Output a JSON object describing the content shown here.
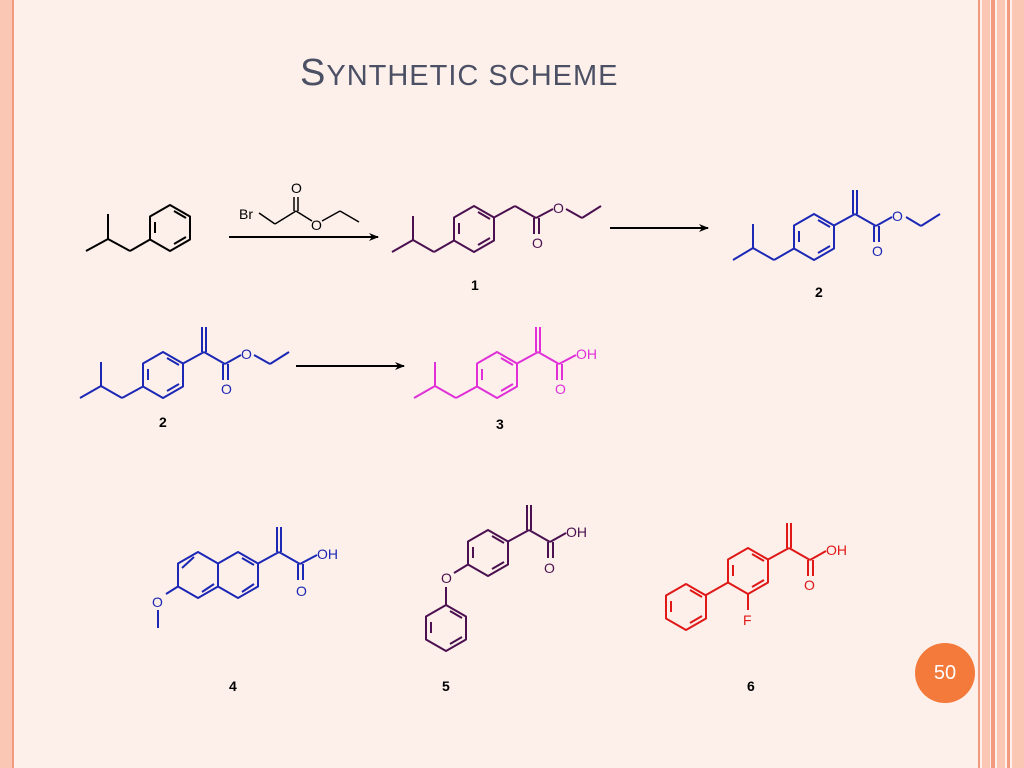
{
  "slide": {
    "title_first": "S",
    "title_rest": "ynthetic scheme",
    "page_number": "50"
  },
  "colors": {
    "background": "#fdf0ea",
    "border_light": "#f9c7b3",
    "border_dark": "#f19a7e",
    "title": "#4c5064",
    "badge": "#f47a3b",
    "black": "#000000",
    "purple": "#4a1050",
    "blue": "#1b27b5",
    "magenta": "#e030d8",
    "red": "#e01818"
  },
  "reaction1": {
    "reagent_br": "Br",
    "reagent_o_top": "O",
    "reagent_o_ester": "O",
    "product1": {
      "o_ester": "O",
      "o_carbonyl": "O",
      "label": "1"
    },
    "product2": {
      "o_ester": "O",
      "o_carbonyl": "O",
      "label": "2"
    }
  },
  "reaction2": {
    "reactant": {
      "o_ester": "O",
      "o_carbonyl": "O",
      "label": "2"
    },
    "product": {
      "oh": "OH",
      "o_carbonyl": "O",
      "label": "3"
    }
  },
  "compounds": {
    "c4": {
      "oh": "OH",
      "o_carbonyl": "O",
      "o_methoxy": "O",
      "label": "4"
    },
    "c5": {
      "oh": "OH",
      "o_carbonyl": "O",
      "o_ether": "O",
      "label": "5"
    },
    "c6": {
      "oh": "OH",
      "o_carbonyl": "O",
      "f": "F",
      "label": "6"
    }
  }
}
